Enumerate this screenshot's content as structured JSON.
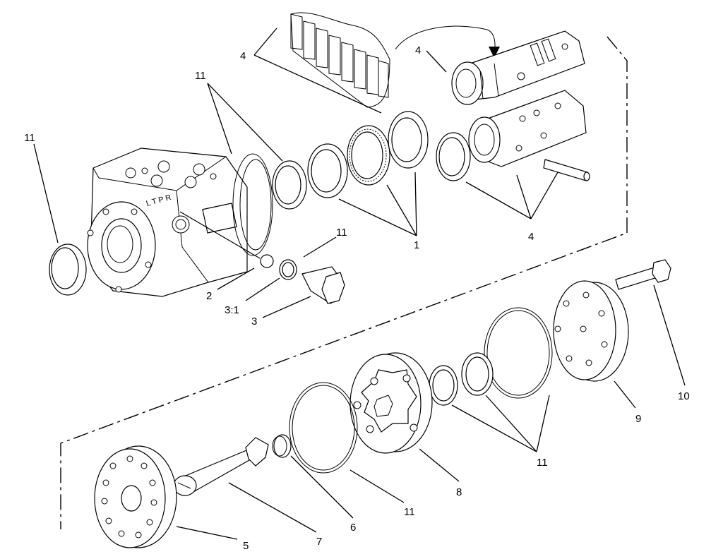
{
  "callouts": {
    "c1": "1",
    "c2": "2",
    "c3": "3",
    "c31": "3:1",
    "c4a": "4",
    "c4b": "4",
    "c4c": "4",
    "c5": "5",
    "c6": "6",
    "c7": "7",
    "c8": "8",
    "c9": "9",
    "c10": "10",
    "c11a": "11",
    "c11b": "11",
    "c11c": "11",
    "c11d": "11",
    "c11e": "11"
  },
  "housing_port_letters": "L T P R"
}
